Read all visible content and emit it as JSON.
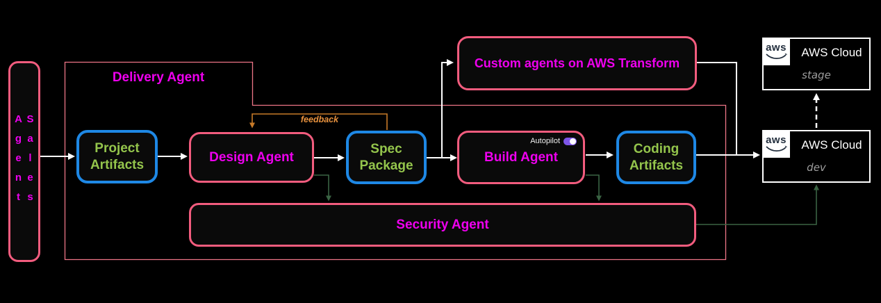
{
  "palette": {
    "background": "#000000",
    "pink_node_border": "#f25c7e",
    "delivery_container_border": "#ee7587",
    "blue_node_border": "#1e88e5",
    "green_label_text": "#94c54c",
    "magenta_label_text": "#ee00ee",
    "white_arrow": "#ffffff",
    "orange_feedback": "#c87a28",
    "dark_green_arrow": "#3a6343",
    "toggle_purple": "#7d55e8",
    "aws_logo_navy": "#232f3e",
    "env_text_gray": "#9e9e9e"
  },
  "diagram": {
    "sales_agent": {
      "label": "Sales Agent"
    },
    "delivery_agent": {
      "label": "Delivery Agent"
    },
    "project_artifacts": {
      "label": "Project Artifacts"
    },
    "design_agent": {
      "label": "Design Agent"
    },
    "spec_package": {
      "label": "Spec Package"
    },
    "build_agent": {
      "label": "Build Agent",
      "autopilot": {
        "label": "Autopilot",
        "state": "on"
      }
    },
    "coding_artifacts": {
      "label": "Coding Artifacts"
    },
    "security_agent": {
      "label": "Security Agent"
    },
    "custom_agents": {
      "label": "Custom agents on AWS Transform"
    },
    "feedback": {
      "label": "feedback"
    },
    "aws_stage": {
      "logo": "aws",
      "title": "AWS Cloud",
      "env": "stage"
    },
    "aws_dev": {
      "logo": "aws",
      "title": "AWS Cloud",
      "env": "dev"
    }
  },
  "edges": [
    {
      "from": "sales-agent",
      "to": "project-artifacts",
      "style": "solid-white"
    },
    {
      "from": "project-artifacts",
      "to": "design-agent",
      "style": "solid-white"
    },
    {
      "from": "design-agent",
      "to": "spec-package",
      "style": "solid-white"
    },
    {
      "from": "spec-package",
      "to": "build-agent",
      "style": "solid-white"
    },
    {
      "from": "spec-package",
      "to": "custom-agents",
      "style": "solid-white"
    },
    {
      "from": "build-agent",
      "to": "coding-artifacts",
      "style": "solid-white"
    },
    {
      "from": "coding-artifacts",
      "to": "aws-cloud-dev",
      "style": "solid-white"
    },
    {
      "from": "custom-agents",
      "to": "aws-cloud-dev",
      "style": "solid-white"
    },
    {
      "from": "spec-package",
      "to": "design-agent",
      "style": "orange",
      "label": "feedback"
    },
    {
      "from": "design-agent",
      "to": "security-agent",
      "style": "dark-green"
    },
    {
      "from": "build-agent",
      "to": "security-agent",
      "style": "dark-green"
    },
    {
      "from": "security-agent",
      "to": "aws-cloud-dev",
      "style": "dark-green"
    },
    {
      "from": "aws-cloud-dev",
      "to": "aws-cloud-stage",
      "style": "dashed-white"
    }
  ]
}
